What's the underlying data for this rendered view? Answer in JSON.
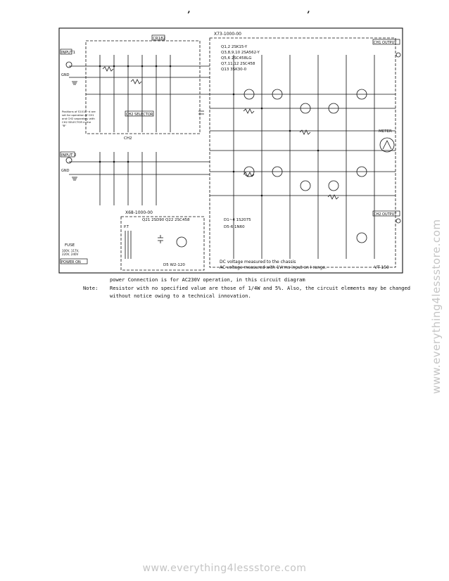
{
  "header_marks": [
    "’",
    "’"
  ],
  "schematic": {
    "labels": {
      "input1": "INPUT1",
      "gnd_top": "GND",
      "input2": "INPUT 2",
      "gnd_bottom": "GND",
      "cr182": "CR182",
      "x73": "X73-1000-00",
      "ch1_output": "CH1 OUTPUT",
      "ch2_output": "CH2 OUTPUT",
      "meter": "METER",
      "ch2_selector": "CH2 SELECTOR",
      "ch2": "CH2",
      "x68": "X68-1000-00",
      "pt": "P.T",
      "fuse": "FUSE",
      "power_on": "POWER ON",
      "d5": "D5 W2-120",
      "dc_note": "DC voltage measured to the chassis",
      "ac_note": "AC voltage measured with 1Vrms input on I range.",
      "model": "VT-150",
      "q_parts": "Q21 2SD90  Q22 2SC458",
      "diodes_1": "D1~4  1S2075",
      "diodes_2": "D5-6  1N60"
    },
    "transistor_list": [
      "Q1,2  2SK15-Y",
      "Q3,8,9,10  2SA562-Y",
      "Q5,6  2SC458LG",
      "Q7,11,12  2SC458",
      "Q13  3SK30-0"
    ],
    "selector_note": [
      "Positions of S101a~d are",
      "set for operation of CH1",
      "and CH2 separately with",
      "CH2 SELECTOR in the",
      "\"B\""
    ],
    "ac_input_lines": [
      "100V, 117V,",
      "220V, 240V"
    ]
  },
  "notes": {
    "power_line": "power Connection is for AC230V operation, in this circuit diagram",
    "note_label": "Note:",
    "note_text": "Resistor with no specified value are those of 1/4W and 5%. Also, the circuit elements may be changed without notice owing to a technical innovation."
  },
  "watermarks": {
    "side": "www.everything4lessstore.com",
    "bottom": "www.everything4lessstore.com"
  }
}
